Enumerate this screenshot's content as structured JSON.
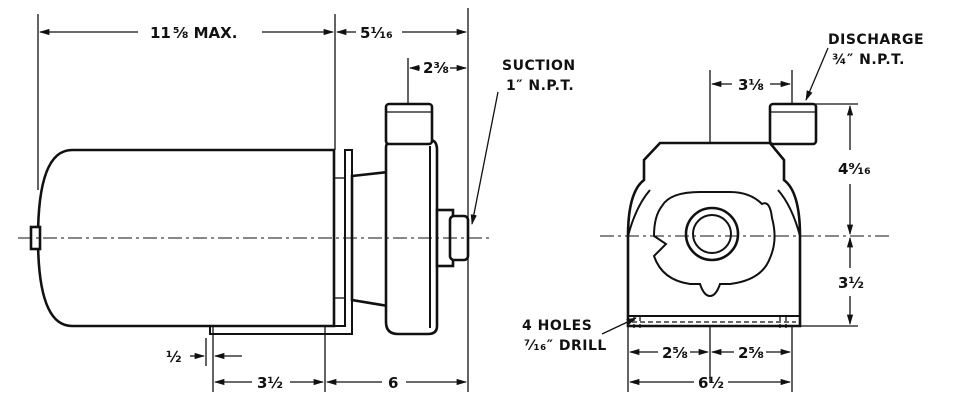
{
  "side_view": {
    "overall_length": "11⅝ MAX.",
    "overall_length_num": "11",
    "overall_length_frac": "⅝ MAX.",
    "pump_length": "5¹⁄₁₆",
    "suction_offset": "2⅜",
    "suction_label_line1": "SUCTION",
    "suction_label_line2": "1″ N.P.T.",
    "foot_small": "½",
    "foot_spacing": "3½",
    "foot_to_face": "6"
  },
  "end_view": {
    "discharge_label_line1": "DISCHARGE",
    "discharge_label_line2": "¾″ N.P.T.",
    "discharge_offset": "3⅛",
    "discharge_height": "4⁹⁄₁₆",
    "shaft_height": "3½",
    "holes_label_line1": "4 HOLES",
    "holes_label_line2": "⁷⁄₁₆″ DRILL",
    "half_spacing_left": "2⅝",
    "half_spacing_right": "2⅝",
    "base_width": "6½"
  }
}
